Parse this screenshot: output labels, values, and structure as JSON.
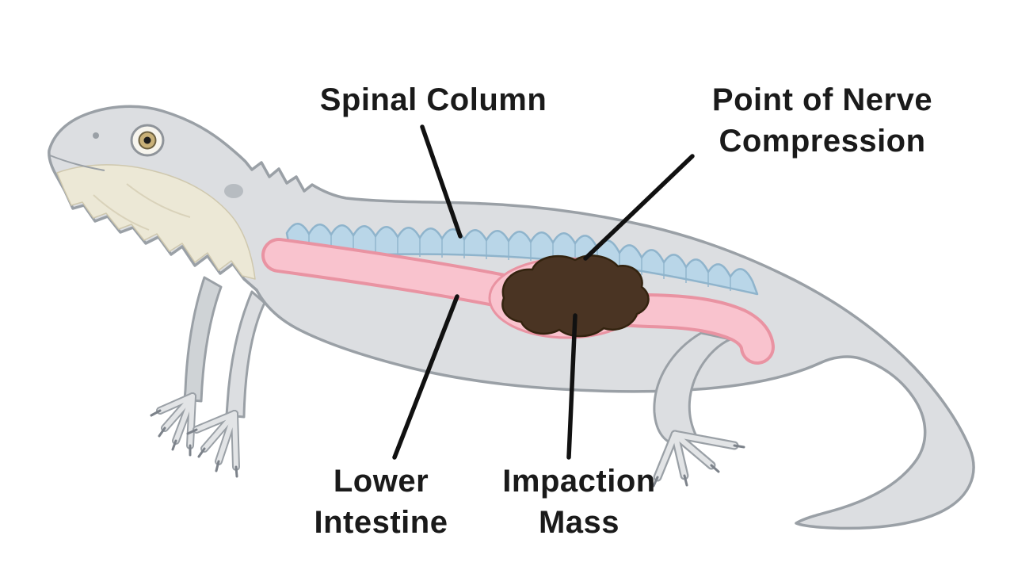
{
  "figure": {
    "labels": {
      "spinal_column": {
        "text": "Spinal Column"
      },
      "nerve_compression": {
        "line1": "Point of Nerve",
        "line2": "Compression"
      },
      "lower_intestine": {
        "line1": "Lower",
        "line2": "Intestine"
      },
      "impaction_mass": {
        "line1": "Impaction",
        "line2": "Mass"
      }
    },
    "colors": {
      "background": "#ffffff",
      "body_fill": "#dcdee1",
      "body_outline": "#9aa0a6",
      "leg_far_fill": "#cfd3d6",
      "beard_fill": "#ece8d6",
      "beard_outline": "#cfc8ae",
      "beard_detail": "#d9d2ba",
      "spine_fill": "#b9d6e8",
      "spine_outline": "#8fb4cc",
      "intestine_fill": "#f9c3ce",
      "intestine_outline": "#e993a2",
      "mass_fill": "#4a3423",
      "mass_outline": "#33230f",
      "eye_iris": "#c9b178",
      "leader_line": "#111111",
      "label_text": "#1a1a1a"
    }
  }
}
